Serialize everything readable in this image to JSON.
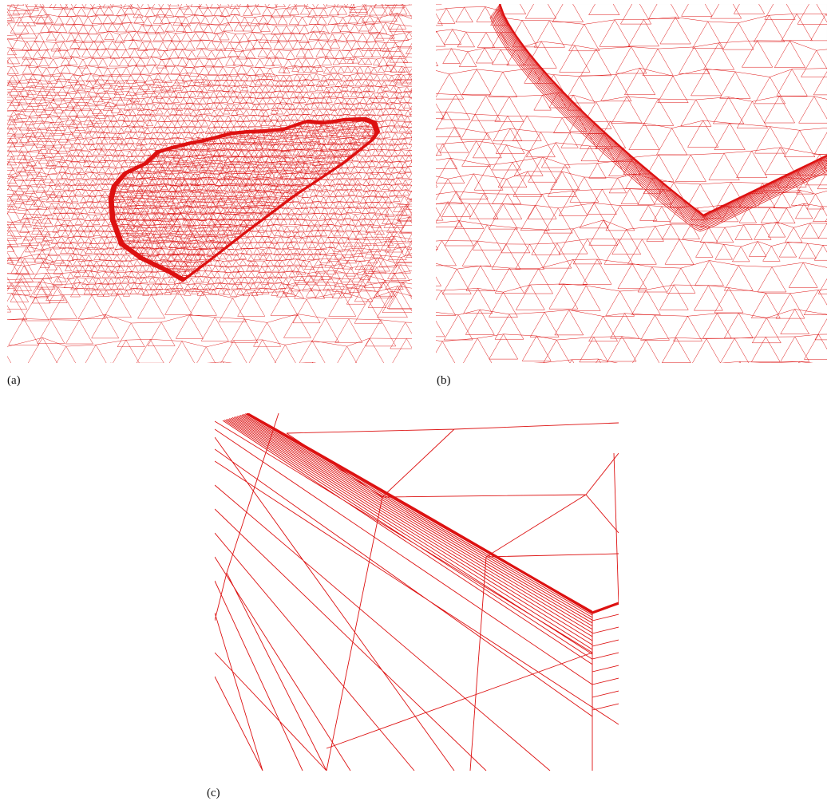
{
  "figure": {
    "line_color": "#dd1111",
    "background": "#ffffff",
    "panels": [
      {
        "id": "a",
        "caption": "(a)"
      },
      {
        "id": "b",
        "caption": "(b)"
      },
      {
        "id": "c",
        "caption": "(c)"
      }
    ]
  }
}
